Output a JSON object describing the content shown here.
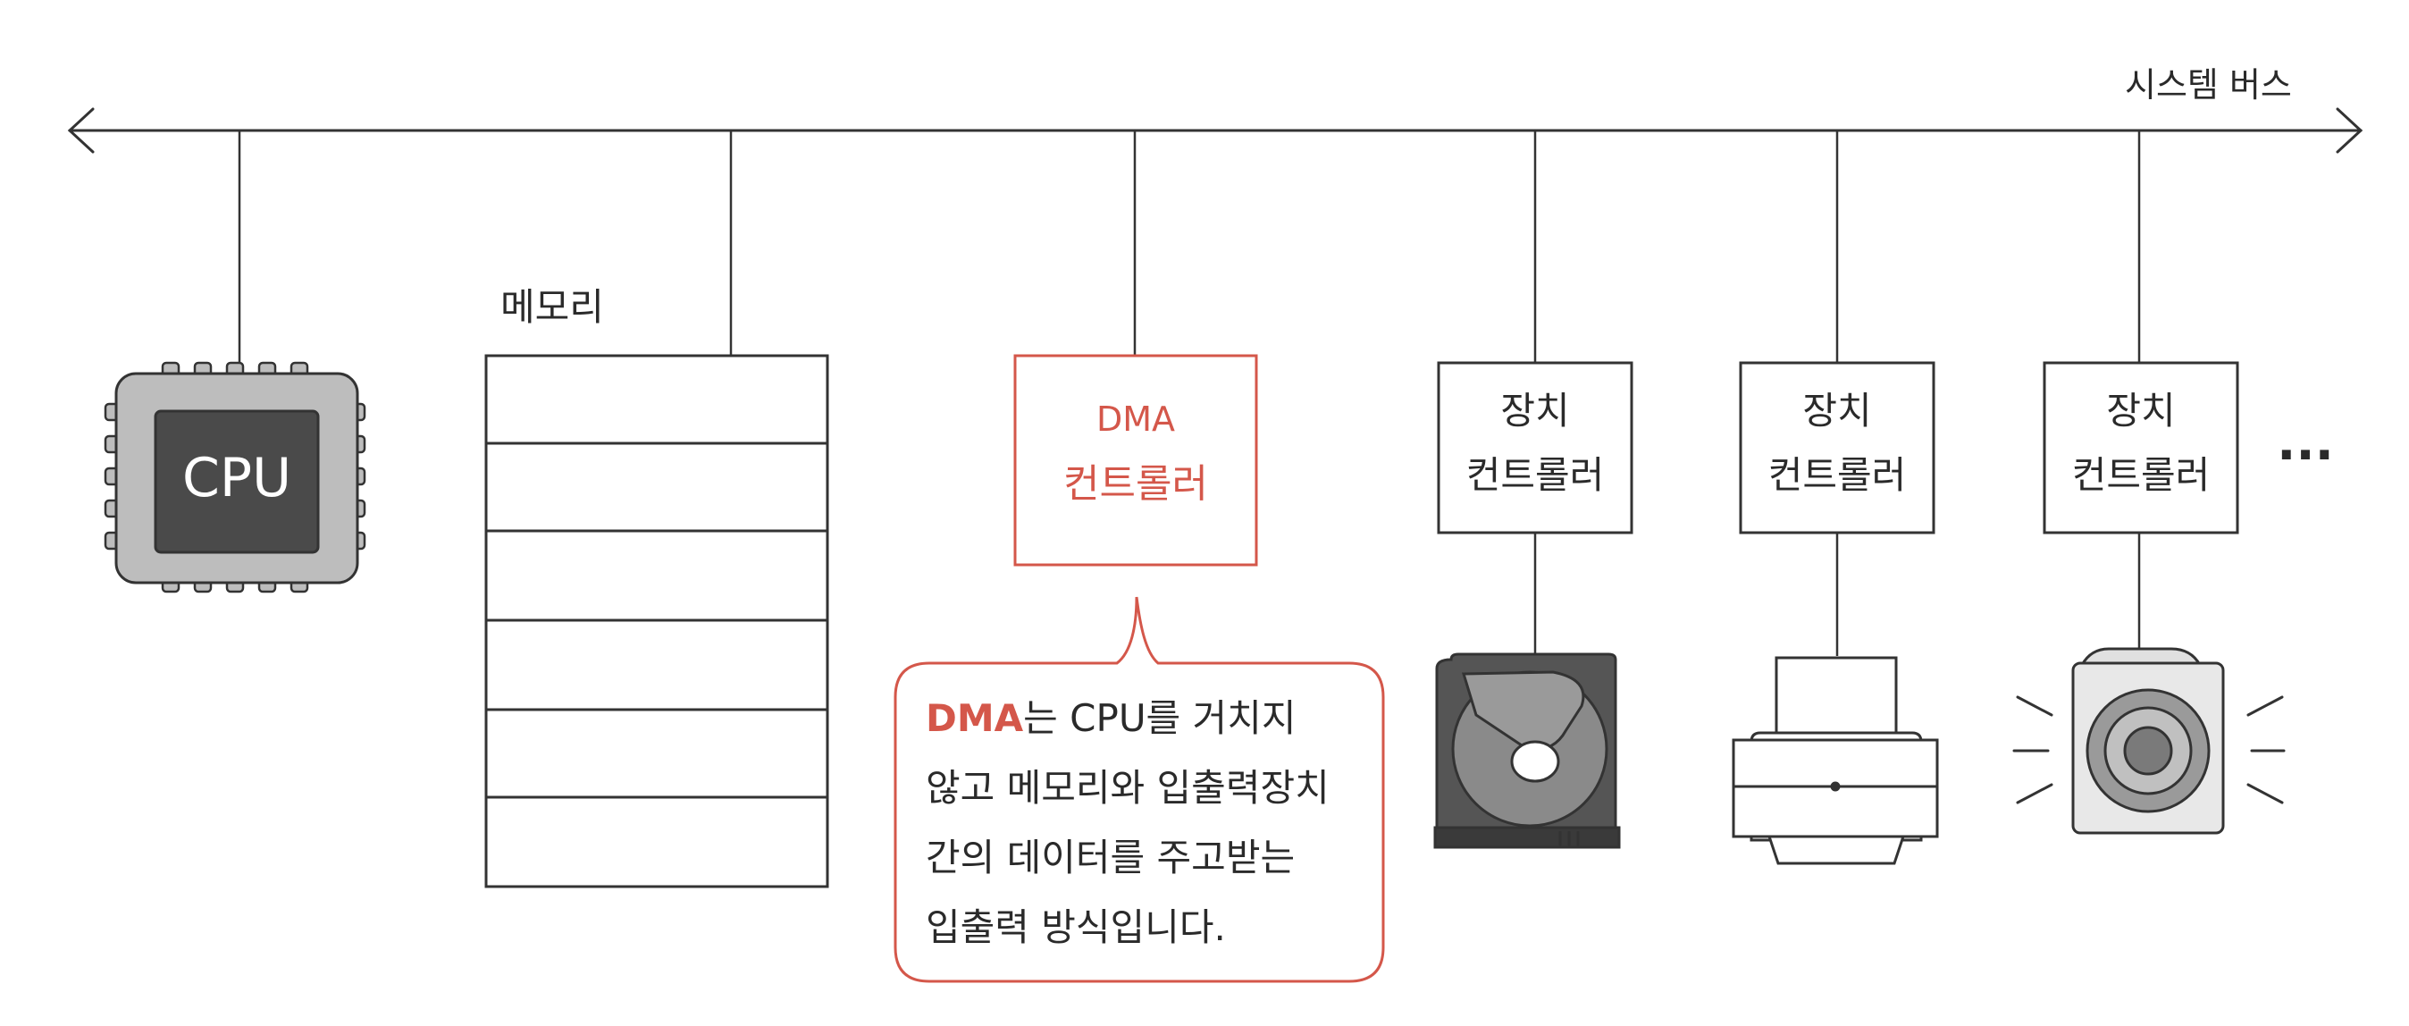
{
  "bus": {
    "label": "시스템 버스"
  },
  "cpu": {
    "label": "CPU"
  },
  "memory": {
    "label": "메모리"
  },
  "dma": {
    "line1": "DMA",
    "line2": "컨트롤러"
  },
  "controllers": [
    {
      "line1": "장치",
      "line2": "컨트롤러",
      "device": "hard-disk-icon"
    },
    {
      "line1": "장치",
      "line2": "컨트롤러",
      "device": "printer-icon"
    },
    {
      "line1": "장치",
      "line2": "컨트롤러",
      "device": "speaker-icon"
    }
  ],
  "more": "···",
  "callout": {
    "highlight": "DMA",
    "line1_rest": "는 CPU를 거치지",
    "line2": "않고 메모리와 입출력장치",
    "line3": "간의 데이터를 주고받는",
    "line4": "입출력 방식입니다."
  },
  "colors": {
    "accent": "#d4574a",
    "line": "#333333",
    "chip": "#bdbdbd",
    "chip_core": "#4a4a4a"
  }
}
